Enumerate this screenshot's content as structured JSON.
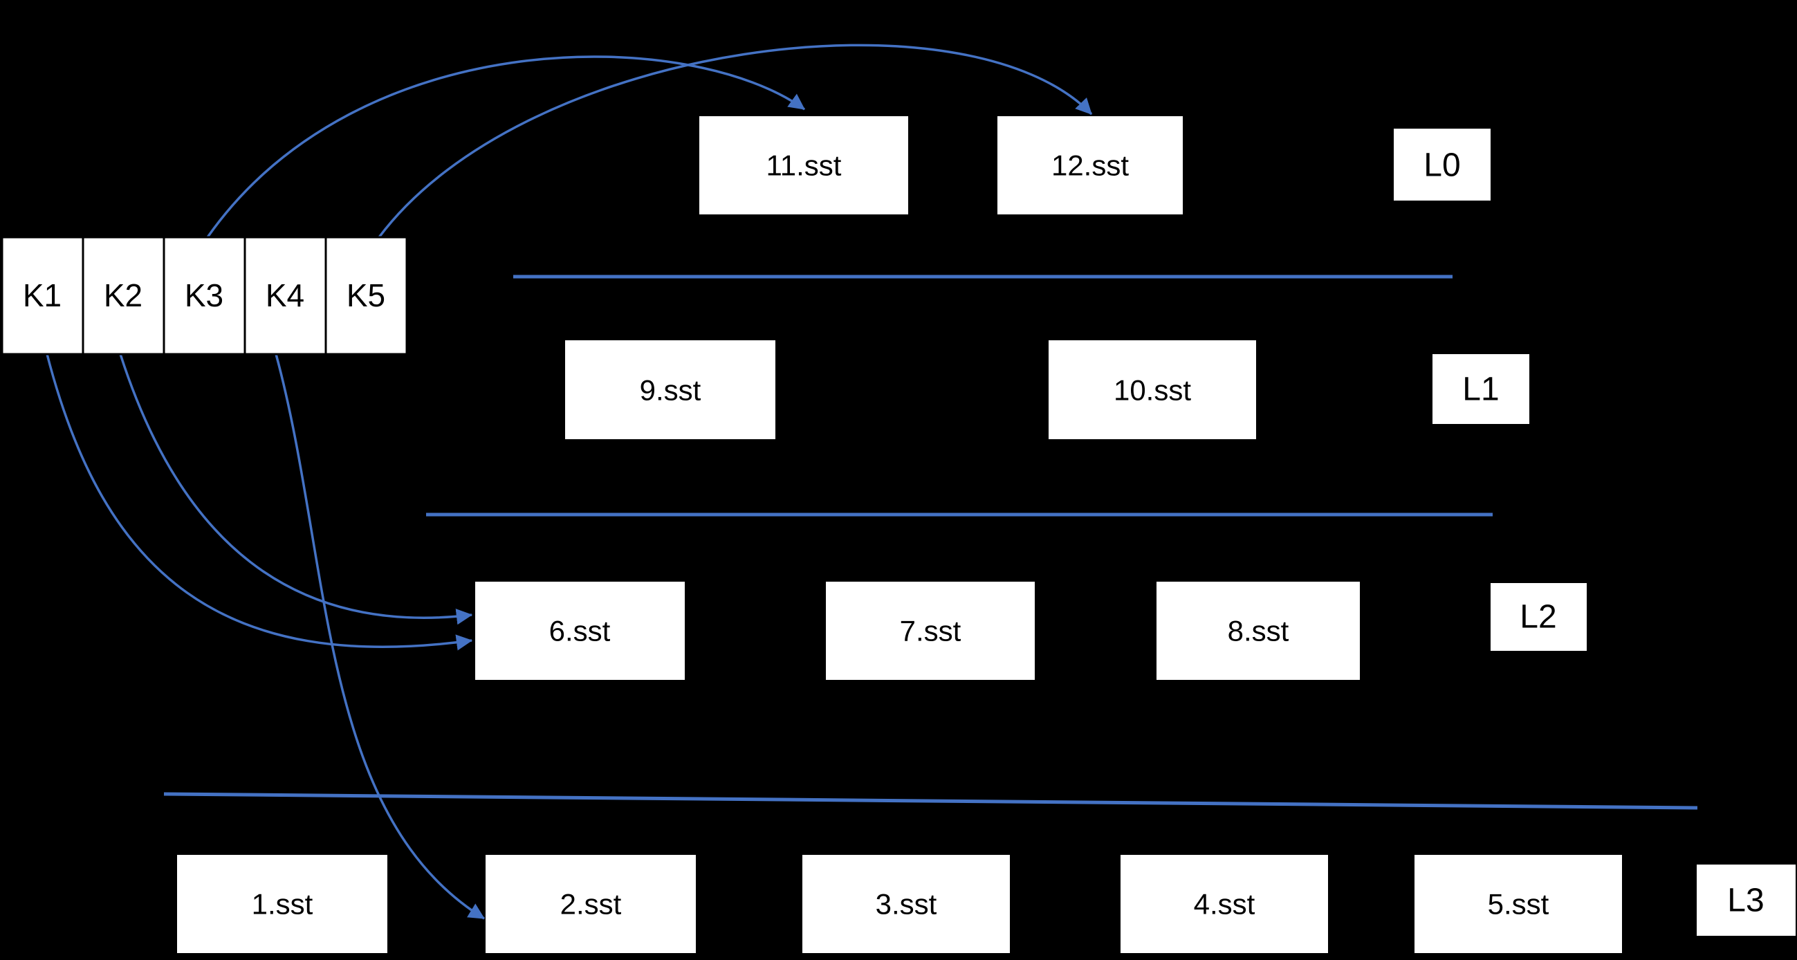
{
  "diagram": {
    "title": "LSM-tree levels with key lookup arrows",
    "background_color": "#000000",
    "accent_color": "#4472C4",
    "box_fill_color": "#FFFFFF",
    "text_color": "#000000"
  },
  "key_row": {
    "keys": [
      {
        "label": "K1"
      },
      {
        "label": "K2"
      },
      {
        "label": "K3"
      },
      {
        "label": "K4"
      },
      {
        "label": "K5"
      }
    ]
  },
  "levels": [
    {
      "name": "L0",
      "files": [
        {
          "label": "11.sst"
        },
        {
          "label": "12.sst"
        }
      ]
    },
    {
      "name": "L1",
      "files": [
        {
          "label": "9.sst"
        },
        {
          "label": "10.sst"
        }
      ]
    },
    {
      "name": "L2",
      "files": [
        {
          "label": "6.sst"
        },
        {
          "label": "7.sst"
        },
        {
          "label": "8.sst"
        }
      ]
    },
    {
      "name": "L3",
      "files": [
        {
          "label": "1.sst"
        },
        {
          "label": "2.sst"
        },
        {
          "label": "3.sst"
        },
        {
          "label": "4.sst"
        },
        {
          "label": "5.sst"
        }
      ]
    }
  ],
  "arrows": [
    {
      "from": "K3",
      "to": "11.sst"
    },
    {
      "from": "K5",
      "to": "12.sst"
    },
    {
      "from": "K2",
      "to": "6.sst"
    },
    {
      "from": "K1",
      "to": "6.sst"
    },
    {
      "from": "K4",
      "to": "2.sst"
    }
  ]
}
